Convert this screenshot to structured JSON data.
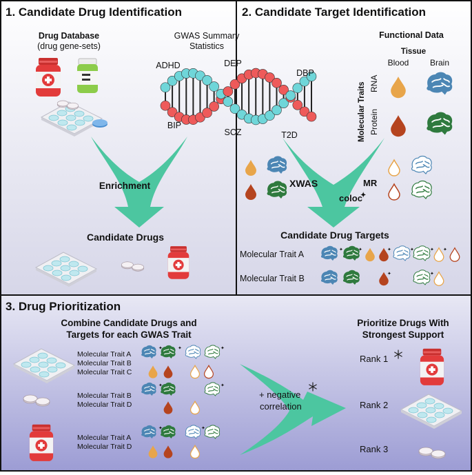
{
  "panel1": {
    "title": "1. Candidate Drug Identification",
    "drug_db_line1": "Drug Database",
    "drug_db_line2": "(drug gene-sets)",
    "gwas_line1": "GWAS Summary",
    "gwas_line2": "Statistics",
    "traits": {
      "adhd": "ADHD",
      "dep": "DEP",
      "dbp": "DBP",
      "bip": "BIP",
      "scz": "SCZ",
      "t2d": "T2D"
    },
    "enrichment": "Enrichment",
    "candidate_drugs": "Candidate Drugs"
  },
  "panel2": {
    "title": "2. Candidate Target Identification",
    "functional_data": "Functional Data",
    "tissue": "Tissue",
    "blood": "Blood",
    "brain": "Brain",
    "molecular_traits": "Molecular Traits",
    "rna": "RNA",
    "protein": "Protein",
    "xwas": "XWAS",
    "mr": "MR",
    "coloc": "coloc",
    "candidate_targets": "Candidate Drug Targets",
    "trait_a": "Molecular Trait A",
    "trait_b": "Molecular Trait B"
  },
  "panel3": {
    "title": "3. Drug Prioritization",
    "combine_line1": "Combine Candidate Drugs and",
    "combine_line2": "Targets for each GWAS Trait",
    "prioritize_line1": "Prioritize Drugs With",
    "prioritize_line2": "Strongest Support",
    "row1": [
      "Molecular Trait A",
      "Molecular Trait B",
      "Molecular Trait C"
    ],
    "row2": [
      "Molecular Trait B",
      "Molecular Trait D"
    ],
    "row3": [
      "Molecular Trait A",
      "Molecular Trait D"
    ],
    "neg_line1": "+ negative",
    "neg_line2": "correlation",
    "rank1": "Rank 1",
    "rank2": "Rank 2",
    "rank3": "Rank 3"
  },
  "colors": {
    "arrow": "#4cc6a0",
    "bottle_red": "#e23b3b",
    "pill_blue": "#bfe8ef",
    "brain_blue": "#4c86b4",
    "brain_green": "#2f7a3e",
    "drop_orange": "#e8a54a",
    "drop_rust": "#b5441f",
    "dna_red": "#ee5a5a",
    "dna_teal": "#6fd6d9"
  }
}
